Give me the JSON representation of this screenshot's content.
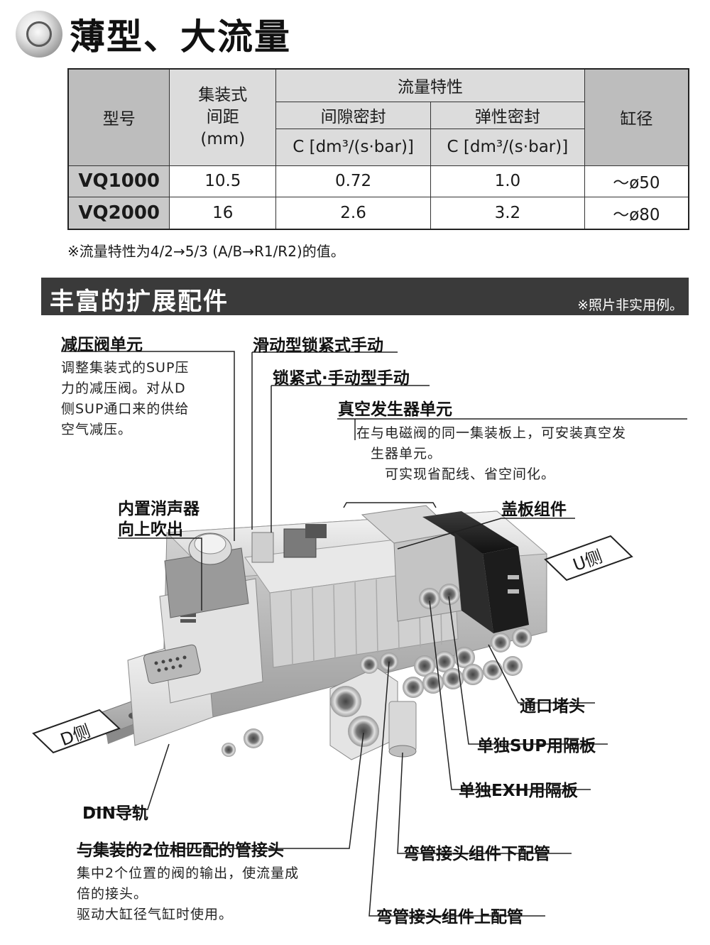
{
  "title": "薄型、大流量",
  "table": {
    "header": {
      "model": "型号",
      "pitch_l1": "集装式",
      "pitch_l2": "间距",
      "pitch_l3": "(mm)",
      "flow": "流量特性",
      "gap_seal": "间隙密封",
      "elastic_seal": "弹性密封",
      "unit": "C [dm³/(s·bar)]",
      "bore": "缸径"
    },
    "rows": [
      {
        "model": "VQ1000",
        "pitch": "10.5",
        "gap": "0.72",
        "elastic": "1.0",
        "bore": "～ø50"
      },
      {
        "model": "VQ2000",
        "pitch": "16",
        "gap": "2.6",
        "elastic": "3.2",
        "bore": "～ø80"
      }
    ],
    "note": "※流量特性为4/2→5/3 (A/B→R1/R2)的值。"
  },
  "section": {
    "title": "丰富的扩展配件",
    "note": "※照片非实用例。"
  },
  "callouts": {
    "pressure_unit": "减压阀单元",
    "pressure_desc": [
      "调整集装式的SUP压",
      "力的减压阀。对从D",
      "侧SUP通口来的供给",
      "空气减压。"
    ],
    "slide_lock": "滑动型锁紧式手动",
    "lock_manual": "锁紧式·手动型手动",
    "vacuum_unit": "真空发生器单元",
    "vacuum_desc": [
      "在与电磁阀的同一集装板上，可安装真空发",
      "生器单元。",
      "可实现省配线、省空间化。"
    ],
    "silencer": [
      "内置消声器",
      "向上吹出"
    ],
    "cover": "盖板组件",
    "u_side": "U侧",
    "d_side": "D侧",
    "port_plug": "通口堵头",
    "sup_block": "单独SUP用隔板",
    "exh_block": "单独EXH用隔板",
    "din_rail": "DIN导轨",
    "double_fitting": "与集装的2位相匹配的管接头",
    "double_desc": [
      "集中2个位置的阀的输出，使流量成",
      "倍的接头。",
      "驱动大缸径气缸时使用。"
    ],
    "elbow_down": "弯管接头组件下配管",
    "elbow_up": "弯管接头组件上配管"
  },
  "colors": {
    "section_bar": "#3a3a3a",
    "table_header": "#dcdcdc",
    "model_cell": "#c9c9c9"
  }
}
